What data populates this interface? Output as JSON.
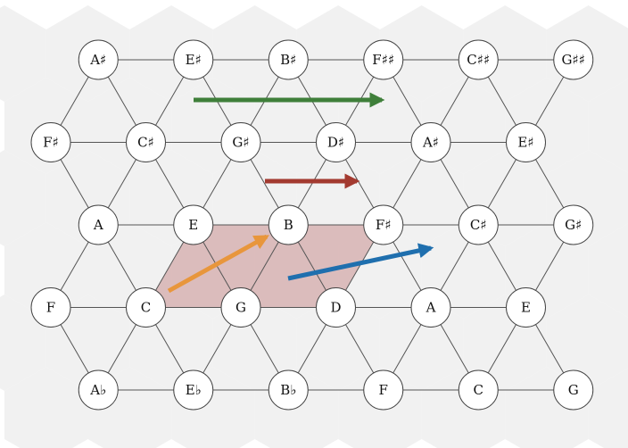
{
  "diagram": {
    "rows": [
      {
        "offset": 1,
        "notes": [
          "A♯",
          "E♯",
          "B♯",
          "F♯♯",
          "C♯♯",
          "G♯♯"
        ]
      },
      {
        "offset": 0,
        "notes": [
          "F♯",
          "C♯",
          "G♯",
          "D♯",
          "A♯",
          "E♯"
        ]
      },
      {
        "offset": 1,
        "notes": [
          "A",
          "E",
          "B",
          "F♯",
          "C♯",
          "G♯"
        ]
      },
      {
        "offset": 0,
        "notes": [
          "F",
          "C",
          "G",
          "D",
          "A",
          "E"
        ]
      },
      {
        "offset": 1,
        "notes": [
          "A♭",
          "E♭",
          "B♭",
          "F",
          "C",
          "G"
        ]
      }
    ],
    "highlight_region": {
      "color": "#c98f8f",
      "opacity": 0.55
    },
    "arrows": [
      {
        "name": "green-arrow",
        "color": "#3f7f3a"
      },
      {
        "name": "red-arrow",
        "color": "#a33a30"
      },
      {
        "name": "orange-arrow",
        "color": "#e8963c"
      },
      {
        "name": "blue-arrow",
        "color": "#1f6fae"
      }
    ]
  }
}
